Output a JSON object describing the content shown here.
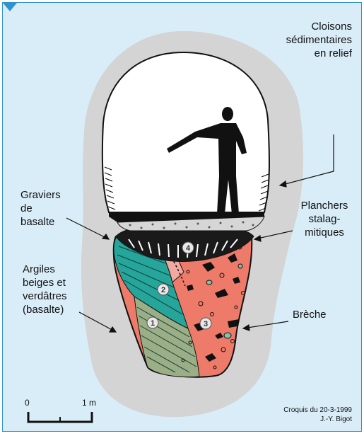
{
  "labels": {
    "cloisons": "Cloisons\nsédimentaires\nen relief",
    "graviers": "Graviers\nde\nbasalte",
    "planchers": "Planchers\nstalag-\nmitiques",
    "argiles": "Argiles\nbeiges et\nverdâtres\n(basalte)",
    "breche": "Brèche"
  },
  "markers": [
    "1",
    "2",
    "3",
    "4"
  ],
  "scale": {
    "start": "0",
    "end": "1 m"
  },
  "credit": {
    "line1": "Croquis du 20-3-1999",
    "line2": "J.-Y. Bigot"
  },
  "colors": {
    "frame_border": "#2f93cf",
    "background": "#d9edf8",
    "rock": "#d4d4d4",
    "void": "#ffffff",
    "breccia": "#ee7a6a",
    "clay_green": "#26a59b",
    "clay_beige": "#9cae86",
    "stalagmitic_floor": "#111111",
    "gravel": "#cfcfcf"
  }
}
